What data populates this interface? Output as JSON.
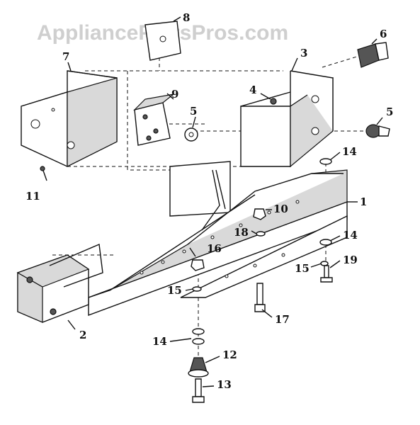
{
  "watermark": "AppliancePartsPros.com",
  "callouts": {
    "c1": "1",
    "c2": "2",
    "c3": "3",
    "c4": "4",
    "c5a": "5",
    "c5b": "5",
    "c6": "6",
    "c7": "7",
    "c8": "8",
    "c9": "9",
    "c10": "10",
    "c11": "11",
    "c12": "12",
    "c13": "13",
    "c14a": "14",
    "c14b": "14",
    "c14c": "14",
    "c15a": "15",
    "c15b": "15",
    "c16": "16",
    "c17": "17",
    "c18": "18",
    "c19": "19"
  }
}
